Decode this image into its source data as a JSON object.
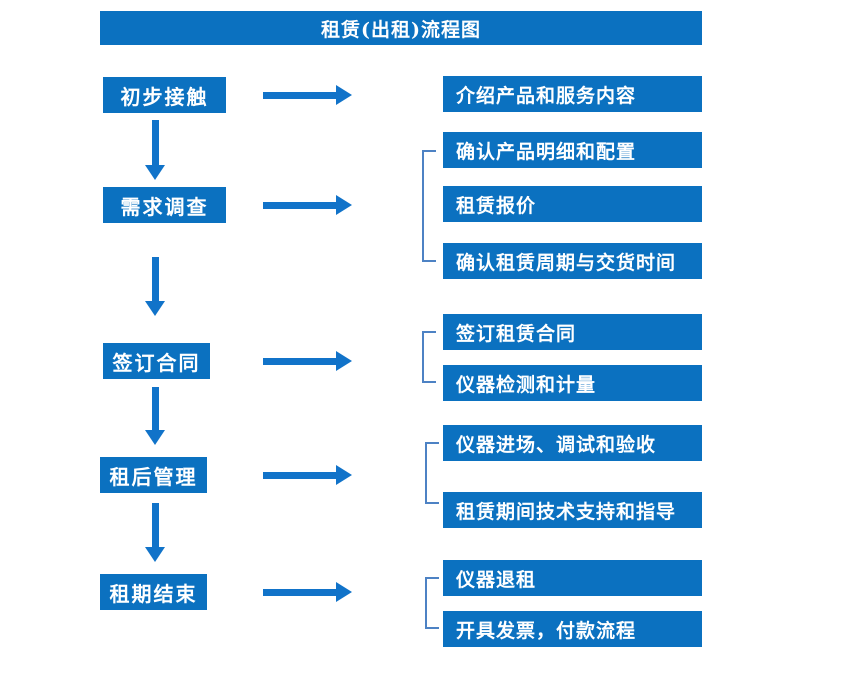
{
  "flow": {
    "title": "租赁(出租)流程图",
    "stages": [
      {
        "label": "初步接触",
        "details": [
          "介绍产品和服务内容"
        ]
      },
      {
        "label": "需求调查",
        "details": [
          "确认产品明细和配置",
          "租赁报价",
          "确认租赁周期与交货时间"
        ]
      },
      {
        "label": "签订合同",
        "details": [
          "签订租赁合同",
          "仪器检测和计量"
        ]
      },
      {
        "label": "租后管理",
        "details": [
          "仪器进场、调试和验收",
          "租赁期间技术支持和指导"
        ]
      },
      {
        "label": "租期结束",
        "details": [
          "仪器退租",
          "开具发票，付款流程"
        ]
      }
    ]
  },
  "colors": {
    "box_blue": "#0b71c0",
    "arrow_blue": "#1173c9",
    "bracket_blue": "#4d82c4",
    "text_white": "#ffffff",
    "background": "#ffffff"
  }
}
